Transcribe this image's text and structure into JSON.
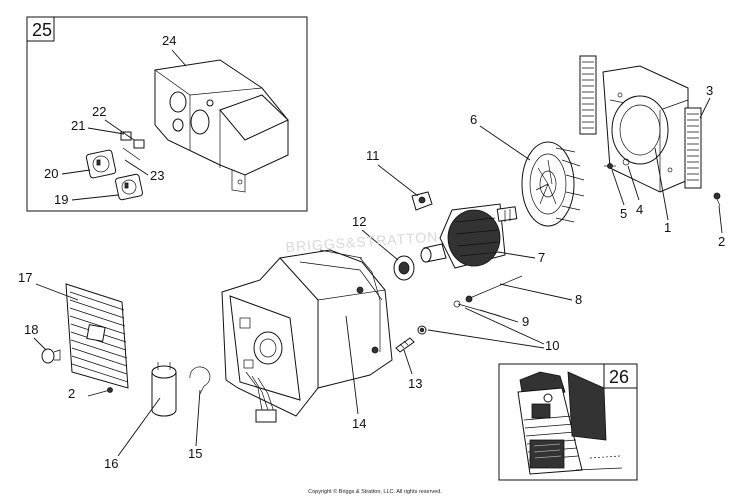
{
  "watermark": "BRIGGS&STRATTON",
  "copyright": "Copyright © Briggs & Stratton, LLC. All rights reserved.",
  "inset_main_number": "25",
  "inset_small_number": "26",
  "callouts": {
    "c1": "1",
    "c2a": "2",
    "c2b": "2",
    "c3": "3",
    "c4": "4",
    "c5": "5",
    "c6": "6",
    "c7": "7",
    "c8": "8",
    "c9": "9",
    "c10": "10",
    "c11": "11",
    "c12": "12",
    "c13": "13",
    "c14": "14",
    "c15": "15",
    "c16": "16",
    "c17": "17",
    "c18": "18",
    "c19": "19",
    "c20": "20",
    "c21": "21",
    "c22": "22",
    "c23": "23",
    "c24": "24"
  }
}
